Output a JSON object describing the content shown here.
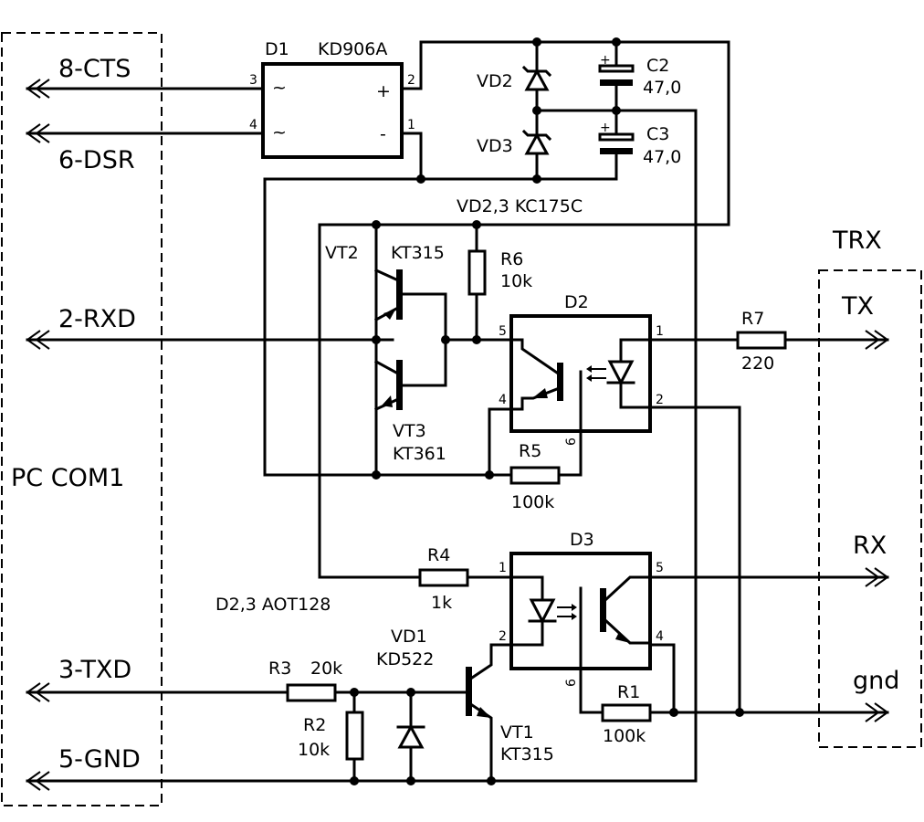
{
  "connectors": {
    "pc": {
      "title": "PC  COM1",
      "pins": [
        "8-CTS",
        "6-DSR",
        "2-RXD",
        "3-TXD",
        "5-GND"
      ]
    },
    "trx": {
      "title": "TRX",
      "pins": [
        "TX",
        "RX",
        "gnd"
      ]
    }
  },
  "components": {
    "D1": {
      "ref": "D1",
      "type": "KD906A",
      "pins": [
        "3",
        "4",
        "2",
        "1"
      ],
      "ac": "~",
      "plus": "+",
      "minus": "-"
    },
    "D2": {
      "ref": "D2",
      "pins": [
        "5",
        "4",
        "6",
        "1",
        "2"
      ]
    },
    "D3": {
      "ref": "D3",
      "pins": [
        "1",
        "2",
        "5",
        "4",
        "6"
      ]
    },
    "C2": {
      "ref": "C2",
      "value": "47,0"
    },
    "C3": {
      "ref": "C3",
      "value": "47,0"
    },
    "VD2": {
      "ref": "VD2"
    },
    "VD3": {
      "ref": "VD3"
    },
    "VT2": {
      "ref": "VT2",
      "type": "KT315"
    },
    "VT3": {
      "ref": "VT3",
      "type": "KT361"
    },
    "VT1": {
      "ref": "VT1",
      "type": "KT315"
    },
    "VD1": {
      "ref": "VD1",
      "type": "KD522"
    },
    "R1": {
      "ref": "R1",
      "value": "100k"
    },
    "R2": {
      "ref": "R2",
      "value": "10k"
    },
    "R3": {
      "ref": "R3",
      "value": "20k"
    },
    "R4": {
      "ref": "R4",
      "value": "1k"
    },
    "R5": {
      "ref": "R5",
      "value": "100k"
    },
    "R6": {
      "ref": "R6",
      "value": "10k"
    },
    "R7": {
      "ref": "R7",
      "value": "220"
    }
  },
  "notes": {
    "zener": "VD2,3   KC175C",
    "opto": "D2,3  AOT128",
    "cap_plus": "+"
  }
}
